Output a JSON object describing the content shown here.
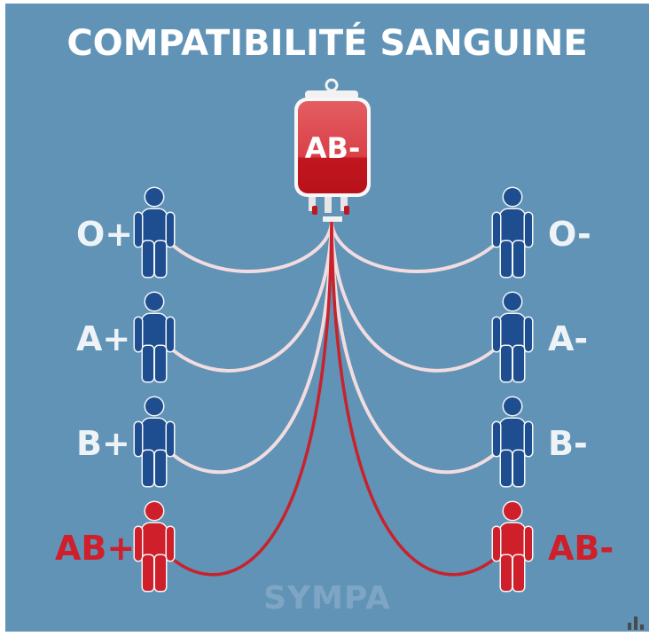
{
  "title": "COMPATIBILITÉ SANGUINE",
  "bag": {
    "label": "AB-"
  },
  "recipients_left": [
    {
      "label": "O+",
      "compatible": false
    },
    {
      "label": "A+",
      "compatible": false
    },
    {
      "label": "B+",
      "compatible": false
    },
    {
      "label": "AB+",
      "compatible": true
    }
  ],
  "recipients_right": [
    {
      "label": "O-",
      "compatible": false
    },
    {
      "label": "A-",
      "compatible": false
    },
    {
      "label": "B-",
      "compatible": false
    },
    {
      "label": "AB-",
      "compatible": true
    }
  ],
  "watermark": "SYMPA",
  "colors": {
    "background": "#6093b6",
    "person_blue": "#1e4e8f",
    "person_red": "#cf1f2a",
    "line_incompatible": "#f2dcdf",
    "line_compatible": "#c8222c",
    "bag_top": "#e35d62",
    "bag_bottom": "#c2161f"
  },
  "icons": {
    "bag": "blood-bag-icon",
    "person": "person-icon"
  }
}
